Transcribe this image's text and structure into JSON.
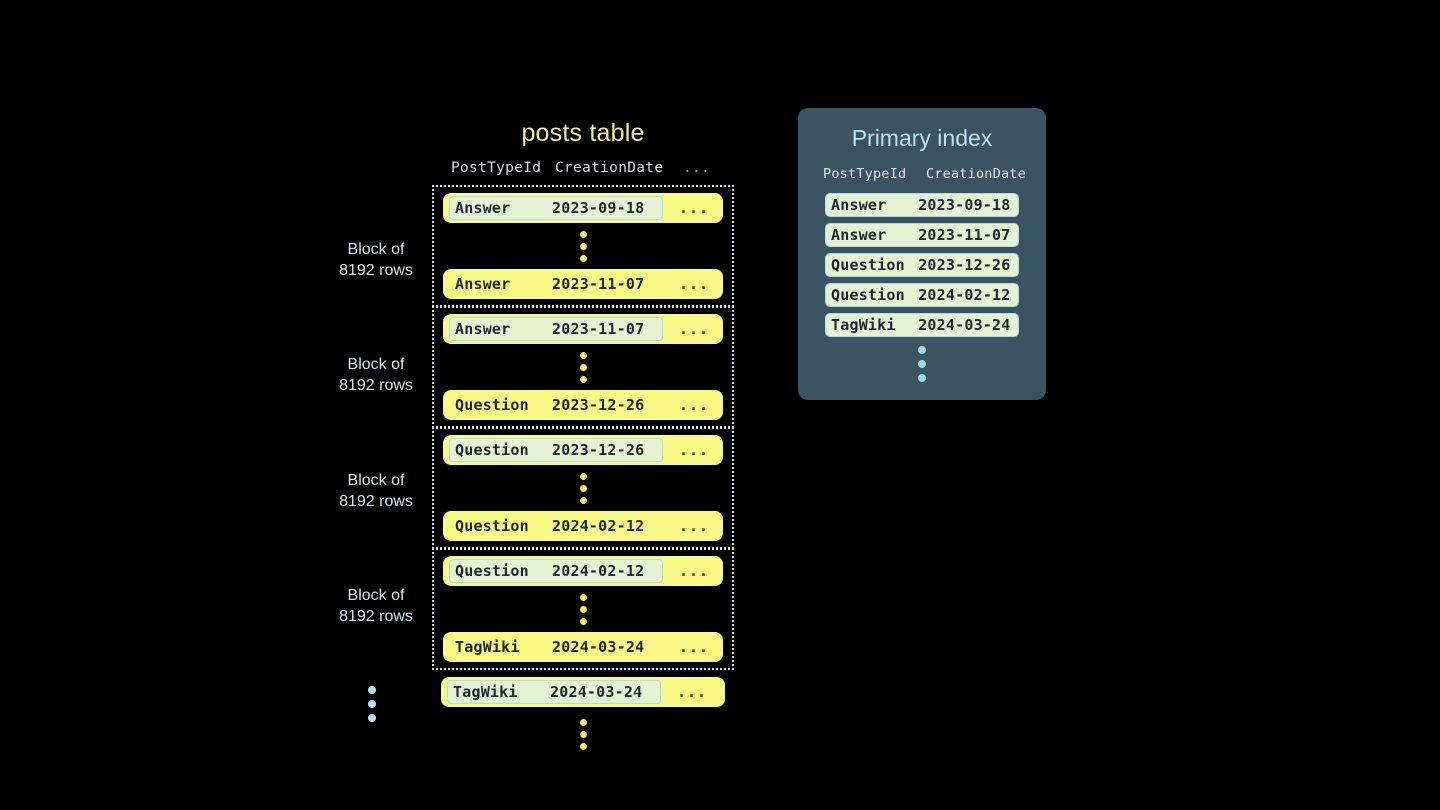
{
  "posts_table": {
    "title": "posts table",
    "columns": [
      "PostTypeId",
      "CreationDate",
      "..."
    ],
    "ellipsis_more": "...",
    "blocks": [
      {
        "label_line1": "Block of",
        "label_line2": "8192 rows",
        "first_row": {
          "type": "Answer",
          "date": "2023-09-18",
          "more": "...",
          "indexed": true
        },
        "last_row": {
          "type": "Answer",
          "date": "2023-11-07",
          "more": "...",
          "indexed": false
        }
      },
      {
        "label_line1": "Block of",
        "label_line2": "8192 rows",
        "first_row": {
          "type": "Answer",
          "date": "2023-11-07",
          "more": "...",
          "indexed": true
        },
        "last_row": {
          "type": "Question",
          "date": "2023-12-26",
          "more": "...",
          "indexed": false
        }
      },
      {
        "label_line1": "Block of",
        "label_line2": "8192 rows",
        "first_row": {
          "type": "Question",
          "date": "2023-12-26",
          "more": "...",
          "indexed": true
        },
        "last_row": {
          "type": "Question",
          "date": "2024-02-12",
          "more": "...",
          "indexed": false
        }
      },
      {
        "label_line1": "Block of",
        "label_line2": "8192 rows",
        "first_row": {
          "type": "Question",
          "date": "2024-02-12",
          "more": "...",
          "indexed": true
        },
        "last_row": {
          "type": "TagWiki",
          "date": "2024-03-24",
          "more": "...",
          "indexed": false
        }
      }
    ],
    "trailing_row": {
      "type": "TagWiki",
      "date": "2024-03-24",
      "more": "...",
      "indexed": true
    }
  },
  "primary_index": {
    "title": "Primary index",
    "columns": [
      "PostTypeId",
      "CreationDate"
    ],
    "rows": [
      {
        "type": "Answer",
        "date": "2023-09-18"
      },
      {
        "type": "Answer",
        "date": "2023-11-07"
      },
      {
        "type": "Question",
        "date": "2023-12-26"
      },
      {
        "type": "Question",
        "date": "2024-02-12"
      },
      {
        "type": "TagWiki",
        "date": "2024-03-24"
      }
    ]
  },
  "colors": {
    "background": "#000000",
    "row_yellow": "#f9f986",
    "indexed_green": "#e4f3d1",
    "accent_blue": "#b3e5f5",
    "panel_slate": "#3b5260",
    "title_yellow": "#f5f58a"
  }
}
